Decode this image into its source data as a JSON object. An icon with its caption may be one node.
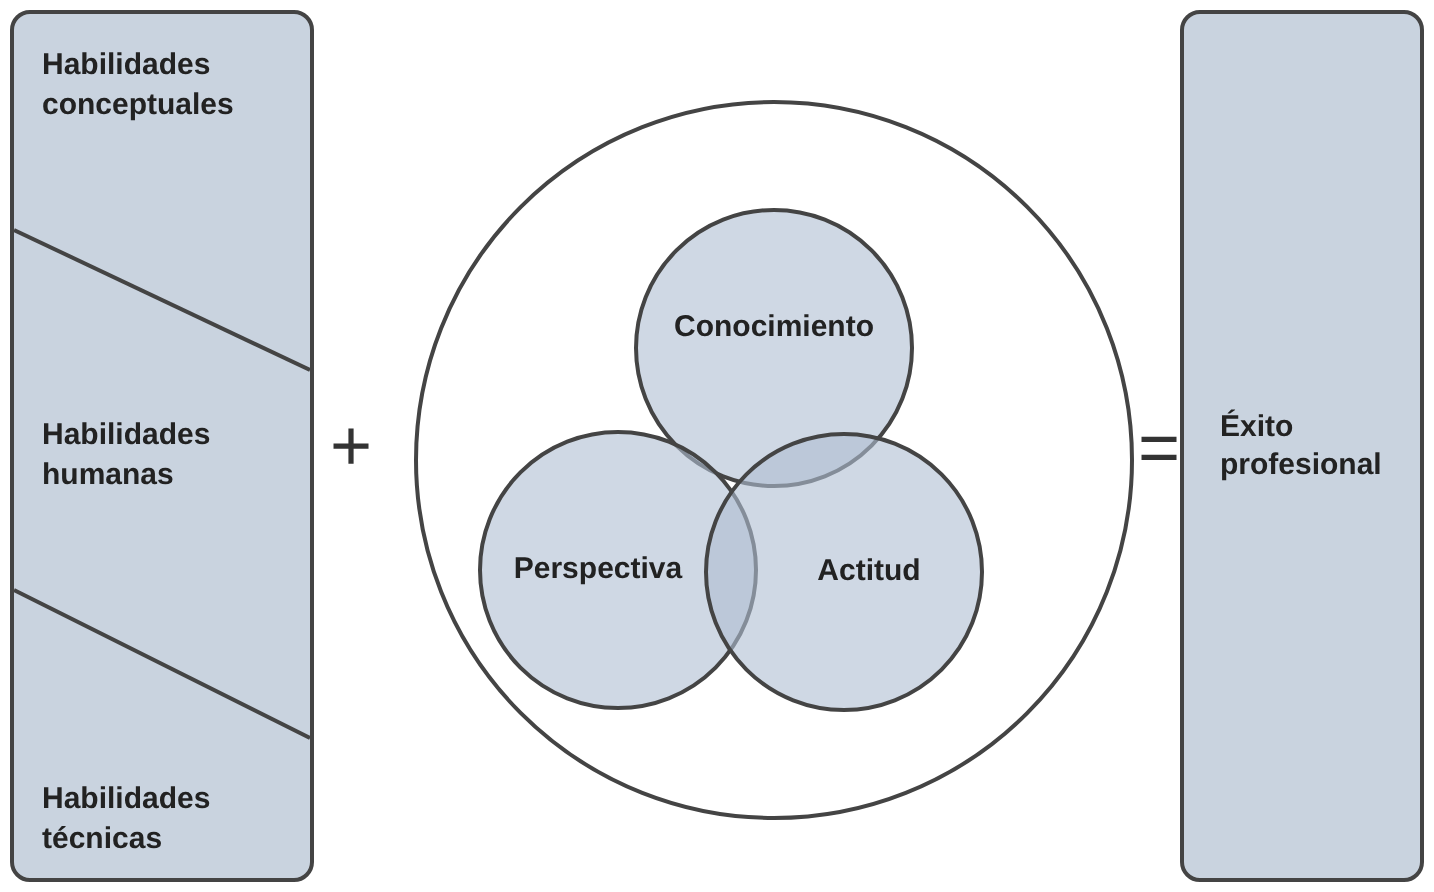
{
  "diagram": {
    "nodes": [
      {
        "text": [],
        "shape": "box"
      },
      {
        "text": [
          "Habilidades conceptuales"
        ],
        "in": 0
      },
      {
        "text": [
          "Habilidades humanas"
        ],
        "in": 0
      },
      {
        "text": [
          "Habilidades técnicas"
        ],
        "in": 0
      },
      {
        "text": [],
        "shape": "circle"
      },
      {
        "text": [
          "Conocimiento"
        ],
        "in": 4
      },
      {
        "text": [
          "Perspectiva"
        ],
        "in": 4
      },
      {
        "text": [
          "Actitud"
        ],
        "in": 4
      },
      {
        "text": [
          "Éxito profesional"
        ]
      }
    ],
    "edges": [],
    "labels": [
      "+",
      "="
    ]
  }
}
